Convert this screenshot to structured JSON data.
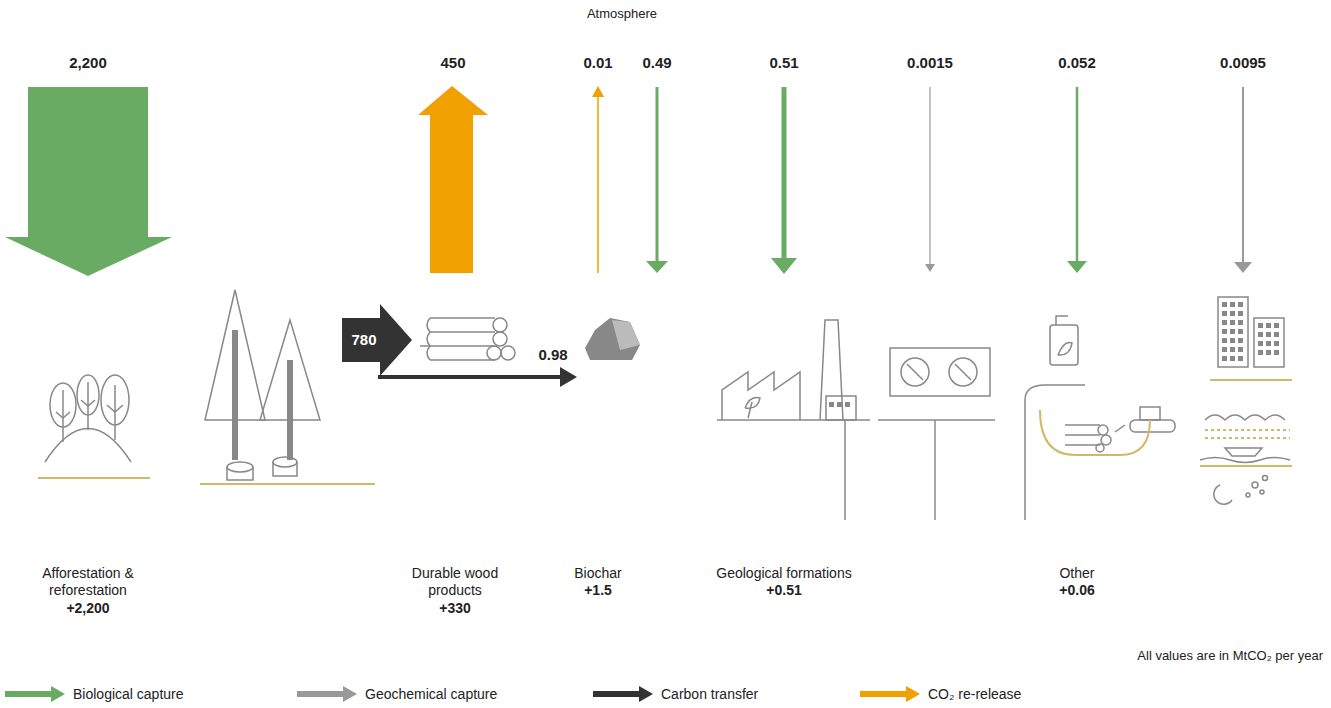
{
  "diagram": {
    "labels": [
      "Atmosphere",
      "2,200",
      "450",
      "0.01",
      "0.49",
      "0.51",
      "0.0015",
      "0.052",
      "0.0095",
      "780",
      "0.98",
      "Afforestation & reforestation",
      "+2,200",
      "Durable wood products",
      "+330",
      "Biochar",
      "+1.5",
      "Geological formations",
      "+0.51",
      "Other",
      "+0.06",
      "All values are in MtCO₂ per year"
    ],
    "legend": [
      {
        "text": "Biological capture",
        "color": "#6aab63"
      },
      {
        "text": "Geochemical capture",
        "color": "#999999"
      },
      {
        "text": "Carbon transfer",
        "color": "#333333"
      },
      {
        "text": "CO₂ re-release",
        "color": "#f0a000"
      }
    ]
  }
}
